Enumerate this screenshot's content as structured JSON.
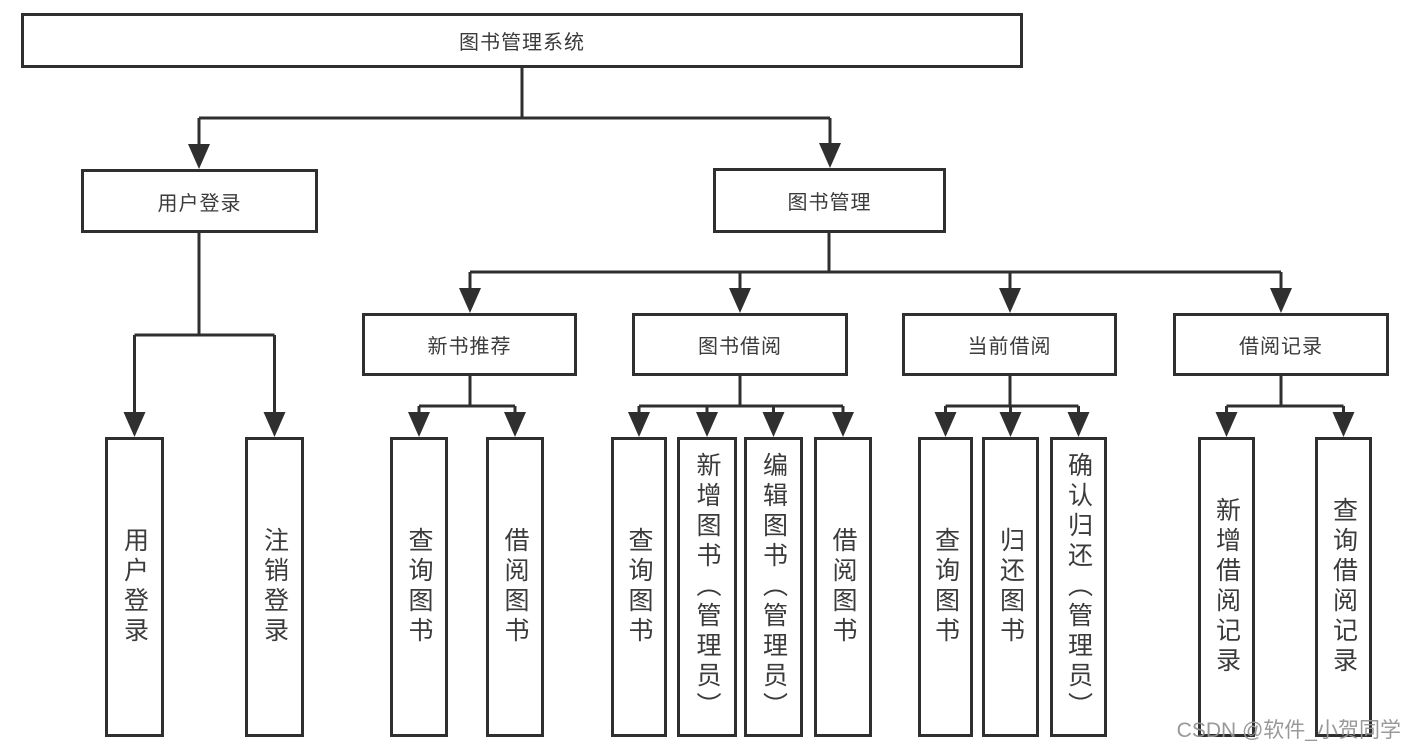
{
  "title": "图书管理系统",
  "nodes": {
    "root": "图书管理系统",
    "user_login": "用户登录",
    "book_management": "图书管理",
    "new_book_recommend": "新书推荐",
    "book_borrow": "图书借阅",
    "current_borrow": "当前借阅",
    "borrow_records": "借阅记录"
  },
  "leaves": {
    "user_login": [
      "用户登录",
      "注销登录"
    ],
    "new_book_recommend": [
      "查询图书",
      "借阅图书"
    ],
    "book_borrow": [
      "查询图书",
      "新增图书（管理员）",
      "编辑图书（管理员）",
      "借阅图书"
    ],
    "current_borrow": [
      "查询图书",
      "归还图书",
      "确认归还（管理员）"
    ],
    "borrow_records": [
      "新增借阅记录",
      "查询借阅记录"
    ]
  },
  "watermark": "CSDN @软件_小贺同学",
  "colors": {
    "line": "#2f2f2f",
    "box_border": "#2f2f2f",
    "text": "#3b3b3b",
    "background": "#ffffff",
    "watermark": "#949494"
  }
}
